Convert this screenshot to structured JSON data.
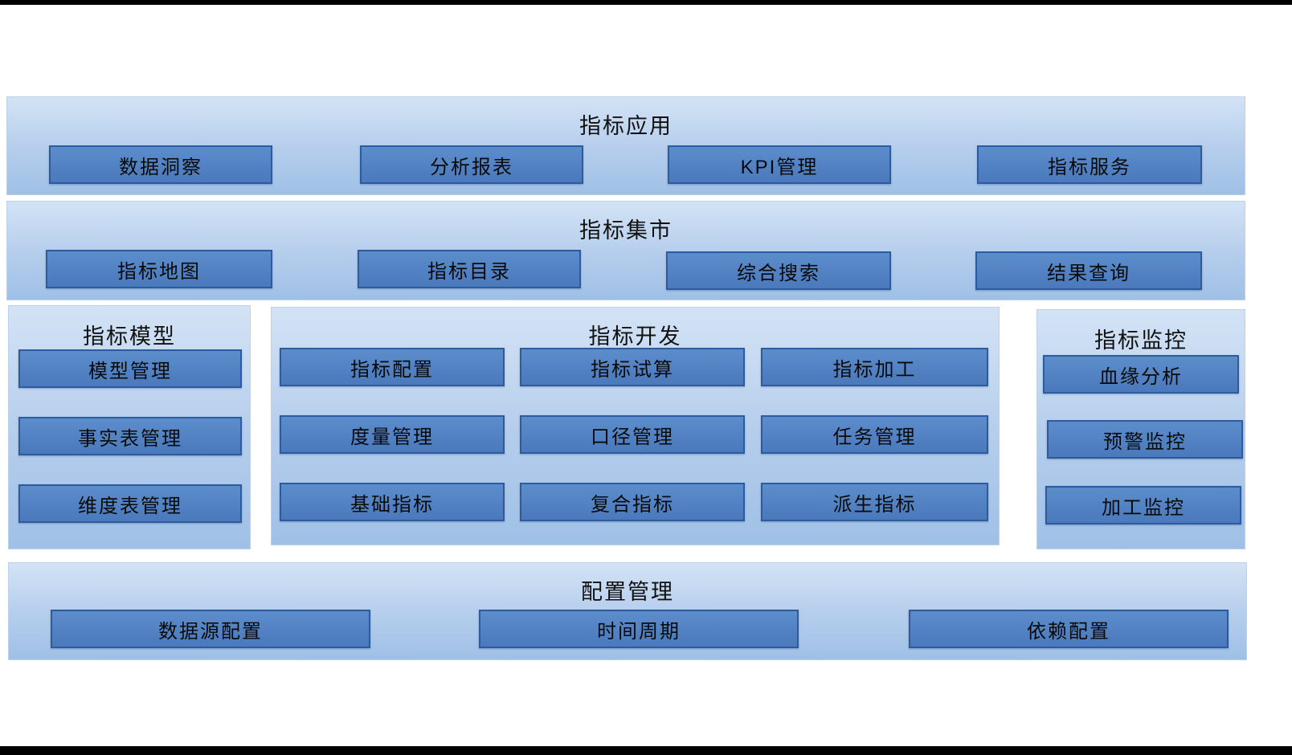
{
  "colors": {
    "panel_top": "#d3e3f5",
    "panel_bottom": "#9fc0e6",
    "box_fill_top": "#5c8dcb",
    "box_fill_bottom": "#4a79bc",
    "box_border": "#2e5b9e",
    "text": "#0a0a0a",
    "frame_bar": "#000000"
  },
  "sections": {
    "app": {
      "title": "指标应用",
      "items": [
        "数据洞察",
        "分析报表",
        "KPI管理",
        "指标服务"
      ]
    },
    "market": {
      "title": "指标集市",
      "items": [
        "指标地图",
        "指标目录",
        "综合搜索",
        "结果查询"
      ]
    },
    "model": {
      "title": "指标模型",
      "items": [
        "模型管理",
        "事实表管理",
        "维度表管理"
      ]
    },
    "dev": {
      "title": "指标开发",
      "items": [
        "指标配置",
        "指标试算",
        "指标加工",
        "度量管理",
        "口径管理",
        "任务管理",
        "基础指标",
        "复合指标",
        "派生指标"
      ]
    },
    "monitor": {
      "title": "指标监控",
      "items": [
        "血缘分析",
        "预警监控",
        "加工监控"
      ]
    },
    "config": {
      "title": "配置管理",
      "items": [
        "数据源配置",
        "时间周期",
        "依赖配置"
      ]
    }
  }
}
